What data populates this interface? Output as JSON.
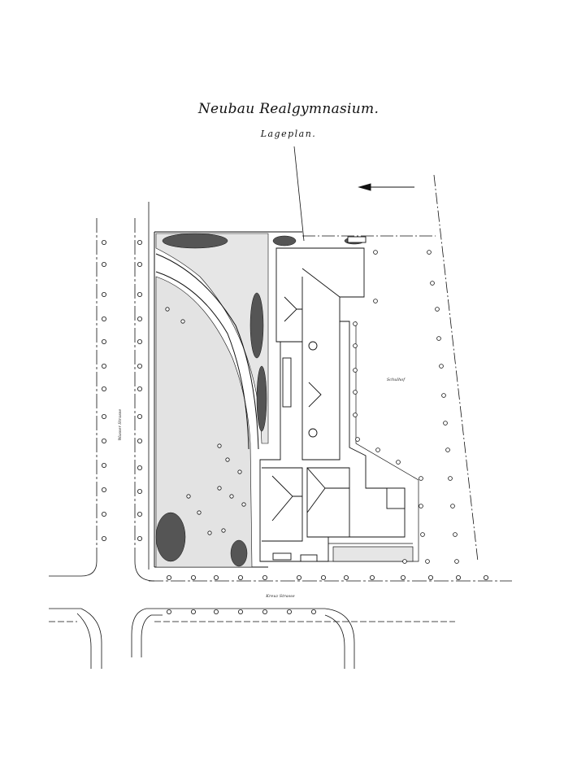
{
  "plan": {
    "title": "Neubau Realgymnasium.",
    "subtitle": "Lageplan."
  },
  "streets": {
    "west": "Wasser Strasse",
    "south": "Kreuz Strasse",
    "yard": "Schulhof"
  },
  "colors": {
    "ink": "#111111",
    "paper": "#ffffff"
  }
}
